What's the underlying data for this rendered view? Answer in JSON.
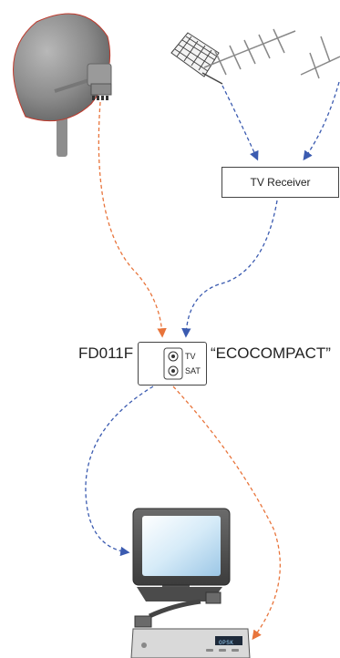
{
  "receiver": {
    "label": "TV Receiver"
  },
  "device": {
    "model": "FD011F",
    "series": "“ECOCOMPACT”",
    "port_tv": "TV",
    "port_sat": "SAT"
  },
  "set_top_box": {
    "display": "OPSK"
  },
  "colors": {
    "satellite_line": "#e8743b",
    "terrestrial_line": "#3b5bb0",
    "dish": "#8a8a8a"
  },
  "icons": [
    "satellite-dish-icon",
    "antenna-icon",
    "tv-icon",
    "set-top-box-icon"
  ]
}
